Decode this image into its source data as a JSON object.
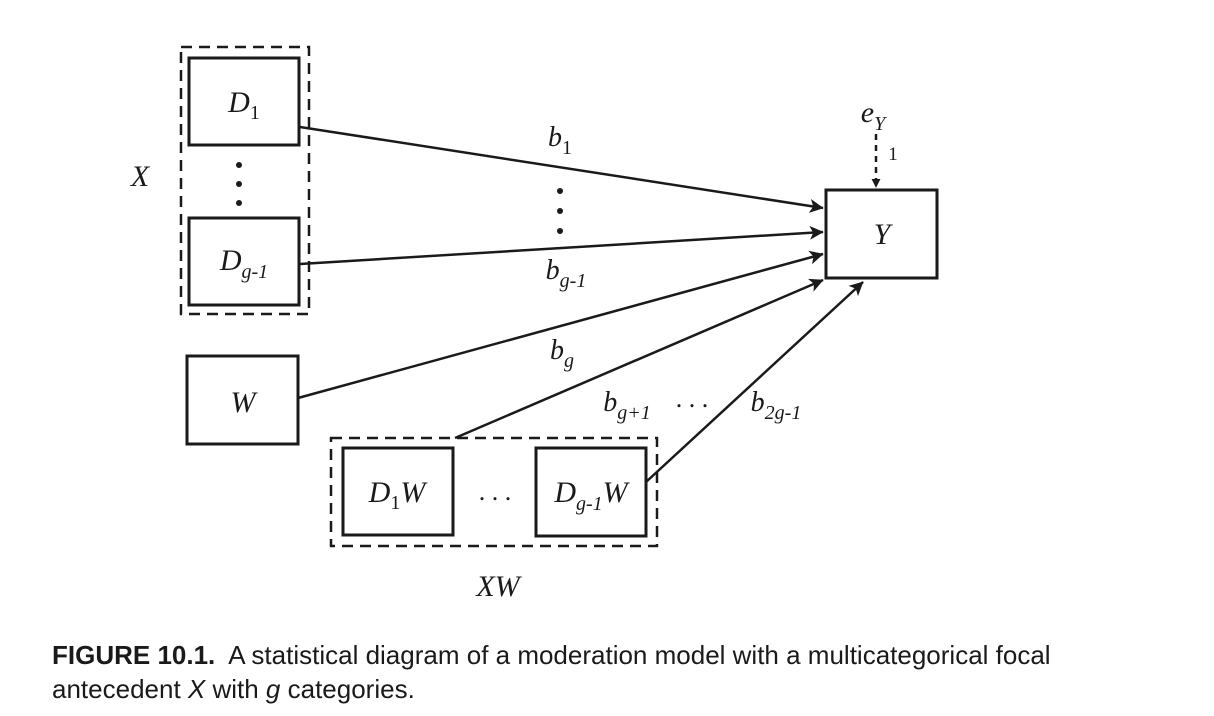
{
  "group_x": {
    "label": "X",
    "top_node": {
      "base": "D",
      "sub": "1"
    },
    "bottom_node": {
      "base": "D",
      "sub": "g-1"
    }
  },
  "node_w": {
    "label": "W"
  },
  "group_xw": {
    "label": "XW",
    "left_node": {
      "base": "D",
      "sub": "1",
      "tail": "W"
    },
    "right_node": {
      "base": "D",
      "sub": "g-1",
      "tail": "W"
    },
    "ellipsis": ". . ."
  },
  "outcome": {
    "label": "Y"
  },
  "error_term": {
    "base": "e",
    "sub": "Y",
    "loading": "1"
  },
  "paths": {
    "b1": {
      "base": "b",
      "sub": "1"
    },
    "bg_minus_1": {
      "base": "b",
      "sub": "g-1"
    },
    "bg": {
      "base": "b",
      "sub": "g"
    },
    "bg_plus_1": {
      "base": "b",
      "sub": "g+1"
    },
    "b2g_minus_1": {
      "base": "b",
      "sub": "2g-1"
    },
    "between_ellipsis": ". . ."
  },
  "caption": {
    "label": "FIGURE 10.1.",
    "text_1": "A statistical diagram of a moderation model with a multicategorical focal antecedent ",
    "x": "X",
    "text_2": " with ",
    "g": "g",
    "text_3": " categories."
  }
}
